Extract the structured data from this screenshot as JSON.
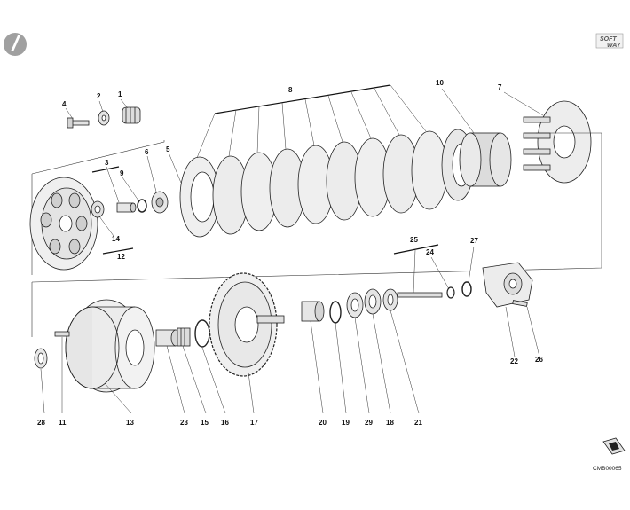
{
  "brand": {
    "line1": "SOFT",
    "line2": "WAY"
  },
  "drawing_code": "CMB00065",
  "part_numbers": [
    "1",
    "2",
    "3",
    "4",
    "5",
    "6",
    "7",
    "8",
    "9",
    "10",
    "11",
    "12",
    "13",
    "14",
    "15",
    "16",
    "17",
    "18",
    "19",
    "20",
    "21",
    "22",
    "23",
    "24",
    "25",
    "26",
    "27",
    "28",
    "29"
  ],
  "colors": {
    "ink": "#222222",
    "label": "#111111",
    "badge": "#9a9a9a",
    "metal": "#e6e6e6"
  },
  "icons": {
    "badge": "round-badge-icon",
    "arrow": "direction-arrow-icon"
  }
}
